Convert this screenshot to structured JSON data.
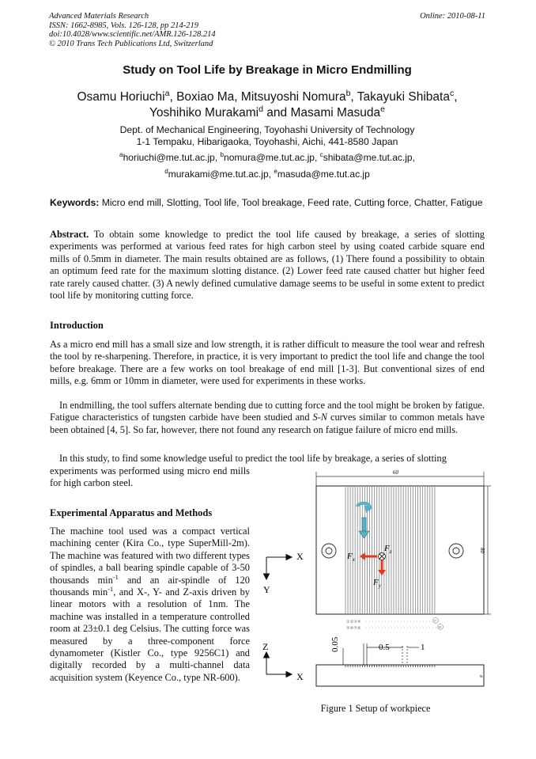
{
  "header": {
    "journal": "Advanced Materials Research",
    "issn": "ISSN: 1662-8985, Vols. 126-128, pp 214-219",
    "doi": "doi:10.4028/www.scientific.net/AMR.126-128.214",
    "copyright": "© 2010 Trans Tech Publications Ltd, Switzerland",
    "online": "Online: 2010-08-11"
  },
  "title": "Study on Tool Life by Breakage in Micro Endmilling",
  "authors": {
    "line1": [
      "Osamu Horiuchi",
      "a",
      ", Boxiao Ma, Mitsuyoshi Nomura",
      "b",
      ", Takayuki Shibata",
      "c",
      ","
    ],
    "line2": [
      "Yoshihiko Murakami",
      "d",
      " and Masami Masuda",
      "e"
    ]
  },
  "affiliation": {
    "line1": "Dept. of Mechanical Engineering, Toyohashi University of Technology",
    "line2": "1-1 Tempaku, Hibarigaoka, Toyohashi, Aichi, 441-8580 Japan"
  },
  "emails": {
    "a_sup": "a",
    "a": "horiuchi@me.tut.ac.jp, ",
    "b_sup": "b",
    "b": "nomura@me.tut.ac.jp, ",
    "c_sup": "c",
    "c": "shibata@me.tut.ac.jp,",
    "d_sup": "d",
    "d": "murakami@me.tut.ac.jp, ",
    "e_sup": "e",
    "e": "masuda@me.tut.ac.jp"
  },
  "keywords": {
    "label": "Keywords:",
    "text": " Micro end mill, Slotting, Tool life, Tool breakage, Feed rate, Cutting force, Chatter, Fatigue"
  },
  "abstract": {
    "label": "Abstract.",
    "text": " To obtain some knowledge to predict the tool life caused by breakage, a series of slotting experiments was performed at various feed rates for high carbon steel by using coated carbide square end mills of 0.5mm in diameter. The main results obtained are as follows, (1) There found a possibility to obtain an optimum feed rate for the maximum slotting distance. (2) Lower feed rate caused chatter but higher feed rate rarely caused chatter. (3) A newly defined cumulative damage seems to be useful in some extent to predict tool life by monitoring cutting force."
  },
  "introduction": {
    "heading": "Introduction",
    "p1": "As a micro end mill has a small size and low strength, it is rather difficult to measure the tool wear and refresh the tool by re-sharpening. Therefore, in practice, it is very important to predict the tool life and change the tool before breakage. There are a few works on tool breakage of end mill [1-3]. But conventional sizes of end mills, e.g. 6mm or 10mm in diameter, were used for experiments in these works.",
    "p2_a": "In endmilling, the tool suffers alternate bending due to cutting force and the tool might be broken by fatigue. Fatigue characteristics of tungsten carbide have been studied and ",
    "p2_sn": "S-N",
    "p2_b": " curves similar to common metals have been obtained [4, 5]. So far, however, there not found any research on fatigue failure of micro end mills.",
    "p3_a": "In this study, to find some knowledge useful to predict the tool life by breakage, a series of slotting",
    "p3_b": "experiments was performed using micro end mills for high carbon steel."
  },
  "methods": {
    "heading": "Experimental Apparatus and Methods",
    "t1": "The machine tool used was a compact vertical machining center (Kira Co., type SuperMill-2m). The machine was featured with two different types of spindles, a ball bearing spindle capable of 3-50 thousands min",
    "sup1": "-1",
    "t2": " and an air-spindle of 120 thousands min",
    "sup2": "-1",
    "t3": ", and X-, Y- and Z-axis driven by linear motors with a resolution of 1nm. The machine was installed in a temperature controlled room at 23±0.1 deg Celsius. The cutting force was measured by a three-component force dynamometer (Kistler Co., type 9256C1) and digitally recorded by a multi-channel data acquisition system (Keyence Co., type NR-600)."
  },
  "figure": {
    "caption": "Figure 1 Setup of workpiece",
    "dim_width": "60",
    "dim_height": "80",
    "dim_depth": "0.05",
    "dim_pitch": "0.5",
    "dim_gap": "1",
    "dim_thick": "8",
    "axis_x": "X",
    "axis_y": "Y",
    "axis_z": "Z",
    "force_x": "F",
    "force_x_sub": "x",
    "force_y": "F",
    "force_y_sub": "y",
    "force_z": "F",
    "force_z_sub": "z",
    "slot_first_row": "①②③④",
    "slot_second_row": "⑤⑥⑦⑧",
    "slot_last_top": "37",
    "slot_last_bottom": "38",
    "colors": {
      "spindle_arrow": "#5ab0c8",
      "force_arrow": "#e23a1c"
    }
  }
}
